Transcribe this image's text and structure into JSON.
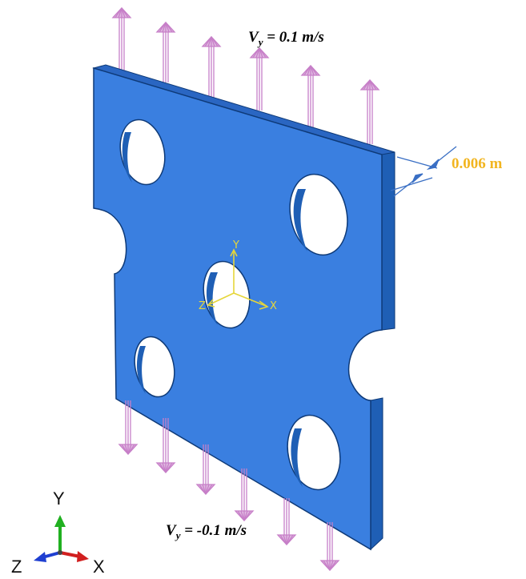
{
  "labels": {
    "velocity_top": {
      "prefix": "V",
      "subscript": "y",
      "value": " = 0.1 m/s"
    },
    "velocity_bottom": {
      "prefix": "V",
      "subscript": "y",
      "value": " = -0.1 m/s"
    },
    "thickness": "0.006 m"
  },
  "local_axes": {
    "x": "X",
    "y": "Y",
    "z": "Z"
  },
  "global_triad": {
    "x": "X",
    "y": "Y",
    "z": "Z"
  },
  "colors": {
    "plate_face": "#3a7fe0",
    "plate_side": "#1f5fb5",
    "plate_edge": "#0e3a78",
    "arrow": "#c77fc8",
    "dimension_line": "#3a6fc4",
    "dimension_text": "#f2b520",
    "local_axes": "#e6d63a",
    "triad_x": "#d11f1f",
    "triad_y": "#20b020",
    "triad_z": "#1f3fd1"
  }
}
